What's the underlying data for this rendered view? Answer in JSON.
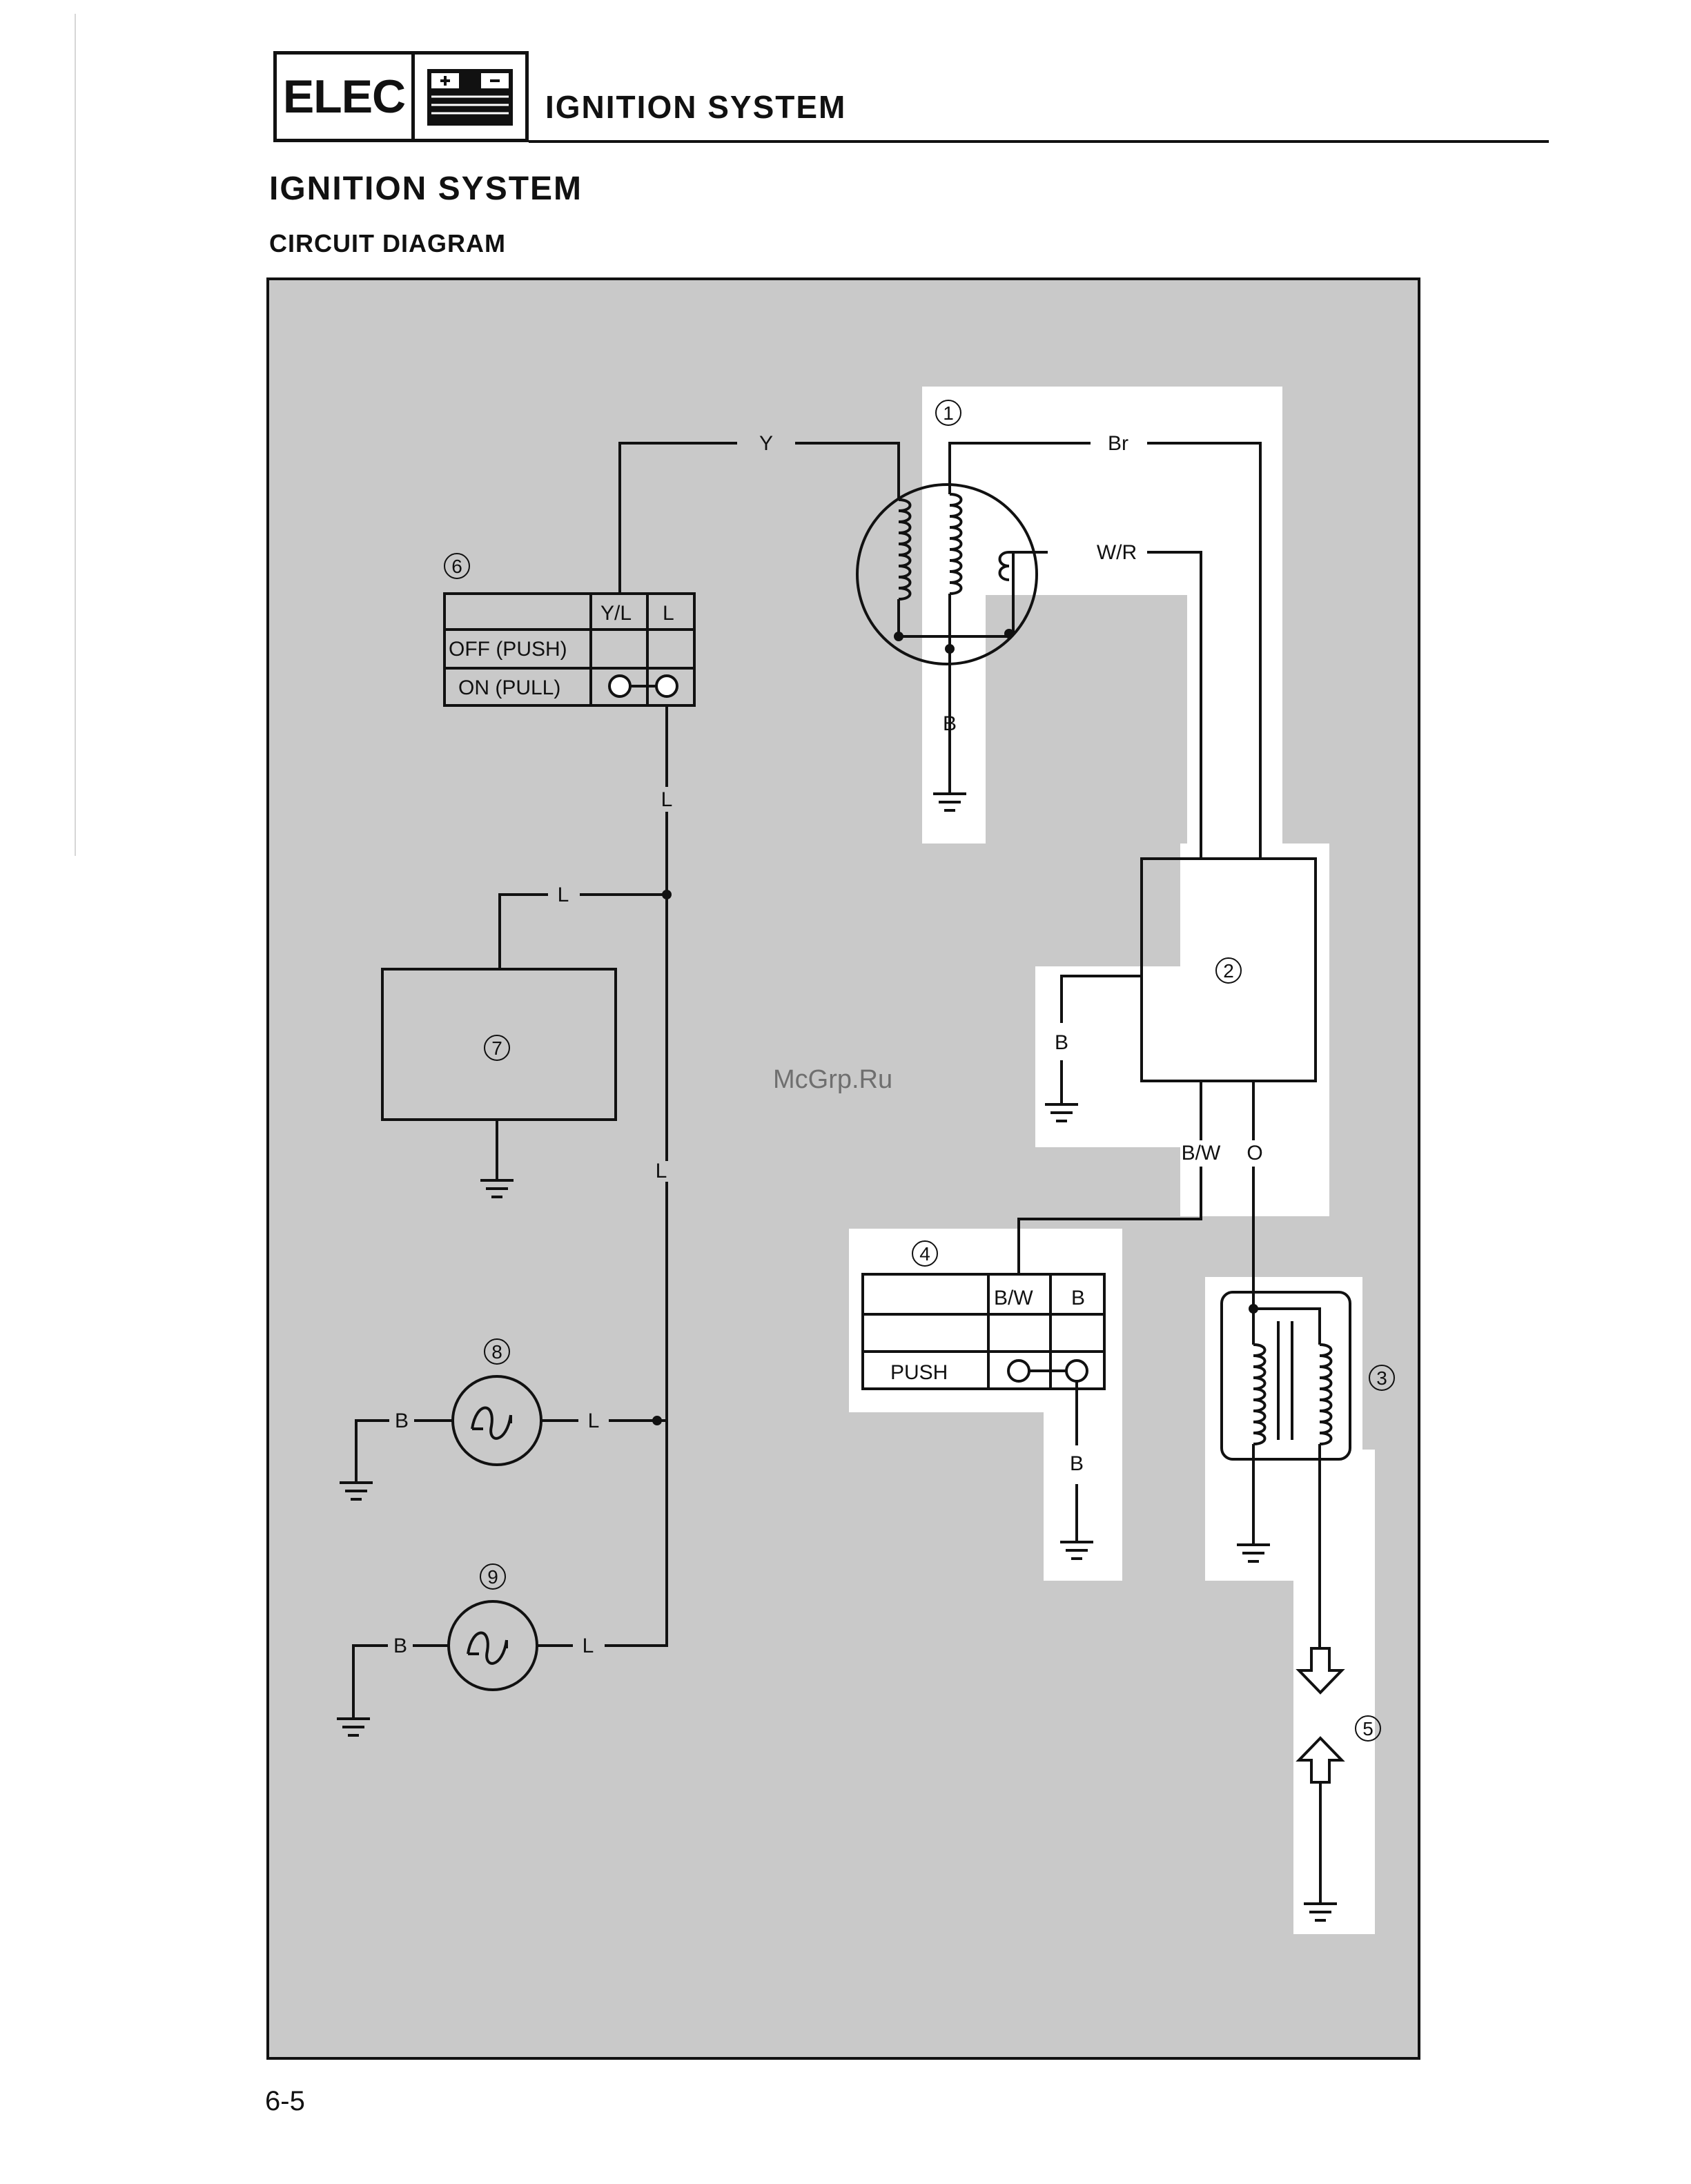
{
  "header": {
    "section_tag": "ELEC",
    "battery_icon": "battery-icon",
    "title": "IGNITION SYSTEM"
  },
  "page_title": "IGNITION SYSTEM",
  "subtitle": "CIRCUIT DIAGRAM",
  "watermark": "McGrp.Ru",
  "page_number": "6-5",
  "components": {
    "c1": "1",
    "c2": "2",
    "c3": "3",
    "c4": "4",
    "c5": "5",
    "c6": "6",
    "c7": "7",
    "c8": "8",
    "c9": "9"
  },
  "wires": {
    "y": "Y",
    "br": "Br",
    "wr": "W/R",
    "b_magneto": "B",
    "b_cdi": "B",
    "bw": "B/W",
    "o": "O",
    "l_switch": "L",
    "l_junction": "L",
    "l_lower": "L",
    "b_lamp8": "B",
    "l_lamp8": "L",
    "b_lamp9": "B",
    "l_lamp9": "L",
    "b_button": "B"
  },
  "main_switch": {
    "col1": "Y/L",
    "col2": "L",
    "row1": "OFF (PUSH)",
    "row2": "ON (PULL)"
  },
  "stop_button": {
    "col1": "B/W",
    "col2": "B",
    "row3": "PUSH"
  },
  "colors": {
    "diagram_bg": "#c9c9c9",
    "highlight": "#ffffff",
    "ink": "#111111"
  }
}
